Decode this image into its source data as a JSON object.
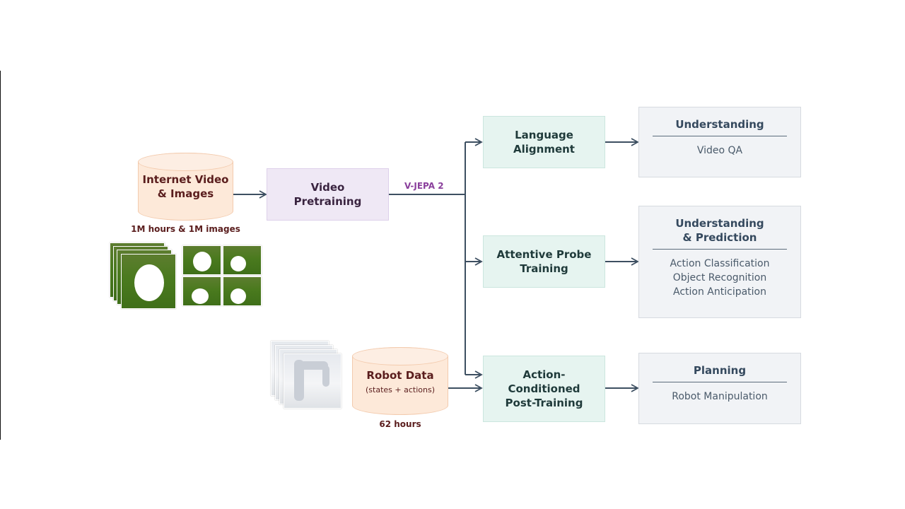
{
  "sources": {
    "internet": {
      "title": "Internet Video & Images",
      "title_line1": "Internet Video",
      "title_line2": "& Images",
      "caption": "1M hours & 1M images"
    },
    "robot": {
      "title": "Robot Data",
      "subtitle": "(states + actions)",
      "caption": "62 hours"
    }
  },
  "pretraining": {
    "line1": "Video",
    "line2": "Pretraining",
    "model_label": "V-JEPA 2"
  },
  "stages": [
    {
      "line1": "Language",
      "line2": "Alignment"
    },
    {
      "line1": "Attentive Probe",
      "line2": "Training"
    },
    {
      "line1": "Action-",
      "line2": "Conditioned",
      "line3": "Post-Training"
    }
  ],
  "outputs": [
    {
      "title_line1": "Understanding",
      "title_line2": "",
      "items": [
        "Video QA"
      ]
    },
    {
      "title_line1": "Understanding",
      "title_line2": "& Prediction",
      "items": [
        "Action Classification",
        "Object Recognition",
        "Action Anticipation"
      ]
    },
    {
      "title_line1": "Planning",
      "title_line2": "",
      "items": [
        "Robot Manipulation"
      ]
    }
  ],
  "colors": {
    "arrow": "#3d4f61",
    "cylinder_fill": "#fde9d9",
    "pretrain_fill": "#efe8f5",
    "stage_fill": "#e6f4f0",
    "card_fill": "#f1f3f6",
    "vjepa_text": "#8a3f9c",
    "source_text": "#5a1d1d"
  }
}
